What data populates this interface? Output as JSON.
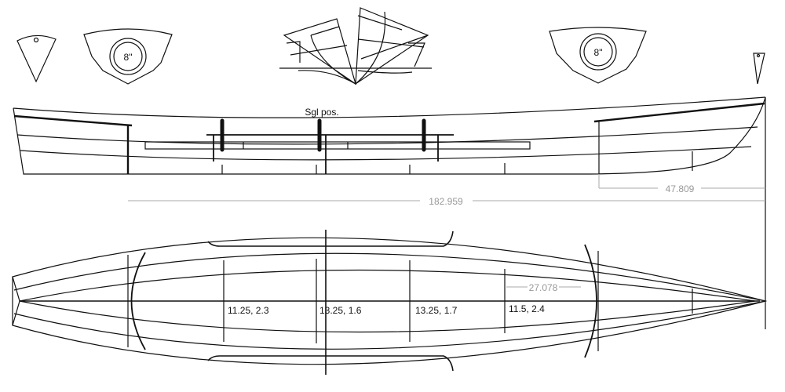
{
  "hatch_labels": [
    "8\"",
    "8\""
  ],
  "profile_label": "Sgl pos.",
  "dimensions": {
    "overall": "182.959",
    "aft_section": "47.809",
    "width_mark": "27.078"
  },
  "station_labels": [
    "11.25, 2.3",
    "13.25, 1.6",
    "13.25, 1.7",
    "11.5, 2.4"
  ]
}
